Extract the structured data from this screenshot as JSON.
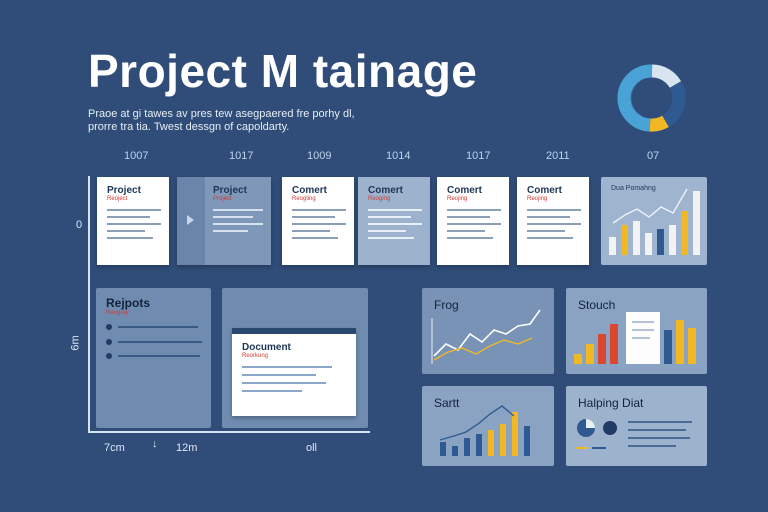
{
  "header": {
    "title": "Project M tainage",
    "subtitle_line1": "Praoe at gi tawes av pres tew asegpaered fre porhy dl,",
    "subtitle_line2": "prorre tra tia. Twest dessgn of capoldarty."
  },
  "timeline_labels": [
    "1007",
    "1017",
    "1009",
    "1014",
    "1017",
    "2011",
    "07"
  ],
  "axis": {
    "y_top": "0",
    "y_mid": "6m",
    "x_left": "7cm",
    "x_tick": "↓",
    "x_mid": "12m",
    "x_right": "oll"
  },
  "cards": [
    {
      "title": "Project",
      "subtitle": "Reoject"
    },
    {
      "title": "Project",
      "subtitle": "Project"
    },
    {
      "title": "Comert",
      "subtitle": "Reogling"
    },
    {
      "title": "Comert",
      "subtitle": "Reoging"
    },
    {
      "title": "Comert",
      "subtitle": "Reojing"
    },
    {
      "title": "Comert",
      "subtitle": "Reojing"
    }
  ],
  "panels": {
    "bar_card_title": "Dua Pomahng",
    "reports_title": "Rejpots",
    "reports_subtitle": "Reogray",
    "document_title": "Document",
    "document_subtitle": "Reorkung",
    "prog_title": "Frog",
    "stouch_title": "Stouch",
    "sartt_title": "Sartt",
    "helping_title": "Halping Diat"
  },
  "colors": {
    "background": "#2f4d78",
    "yellow": "#f2b824",
    "red": "#d9472f",
    "blue": "#2f5a91",
    "light_blue": "#4aa3d6"
  }
}
